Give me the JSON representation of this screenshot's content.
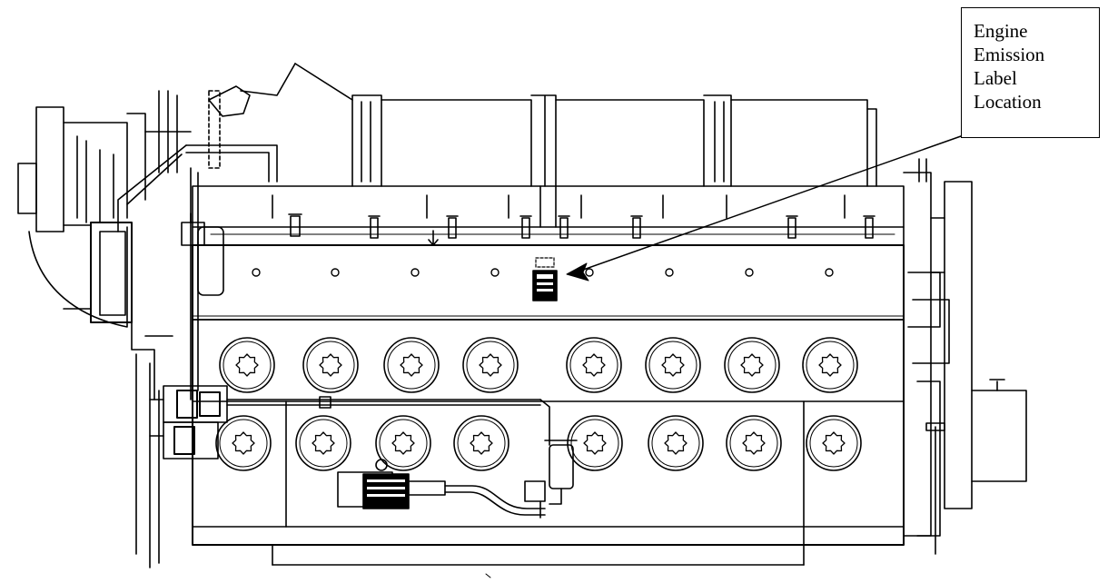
{
  "callout": {
    "lines": [
      "Engine",
      "Emission",
      "Label",
      "Location"
    ]
  },
  "colors": {
    "ink": "#000000",
    "paper": "#ffffff"
  },
  "icons": {
    "emission_label": "emission-label-plate-icon",
    "pointer": "arrow-pointer-icon"
  }
}
